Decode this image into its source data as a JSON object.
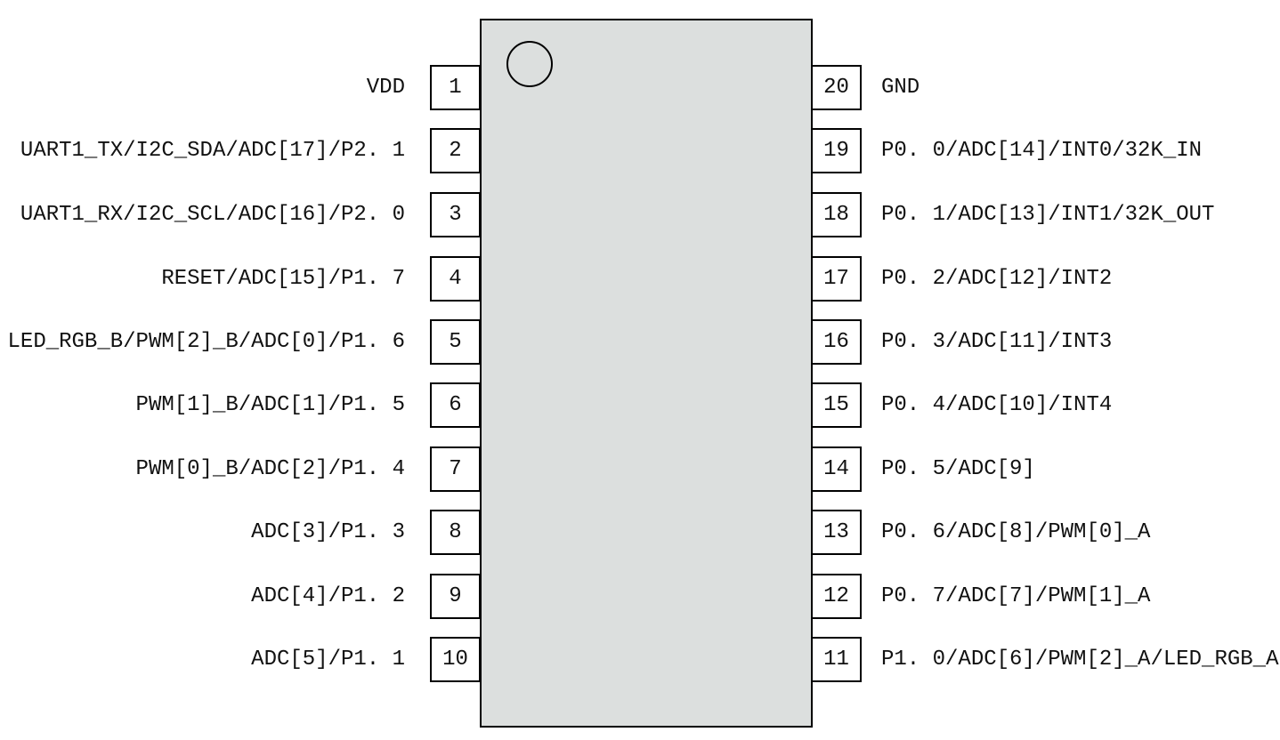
{
  "diagram": {
    "type": "ic-pinout",
    "pin_count": 20,
    "package_sides": 2
  },
  "colors": {
    "chip_fill": "#dcdfde",
    "outline": "#000000",
    "pin_box_fill": "#ffffff",
    "background": "#ffffff",
    "text": "#111111"
  },
  "pins": {
    "left": [
      {
        "number": "1",
        "label": "VDD"
      },
      {
        "number": "2",
        "label": "UART1_TX/I2C_SDA/ADC[17]/P2. 1"
      },
      {
        "number": "3",
        "label": "UART1_RX/I2C_SCL/ADC[16]/P2. 0"
      },
      {
        "number": "4",
        "label": "RESET/ADC[15]/P1. 7"
      },
      {
        "number": "5",
        "label": "LED_RGB_B/PWM[2]_B/ADC[0]/P1. 6"
      },
      {
        "number": "6",
        "label": "PWM[1]_B/ADC[1]/P1. 5"
      },
      {
        "number": "7",
        "label": "PWM[0]_B/ADC[2]/P1. 4"
      },
      {
        "number": "8",
        "label": "ADC[3]/P1. 3"
      },
      {
        "number": "9",
        "label": "ADC[4]/P1. 2"
      },
      {
        "number": "10",
        "label": "ADC[5]/P1. 1"
      }
    ],
    "right": [
      {
        "number": "20",
        "label": "GND"
      },
      {
        "number": "19",
        "label": "P0. 0/ADC[14]/INT0/32K_IN"
      },
      {
        "number": "18",
        "label": "P0. 1/ADC[13]/INT1/32K_OUT"
      },
      {
        "number": "17",
        "label": "P0. 2/ADC[12]/INT2"
      },
      {
        "number": "16",
        "label": "P0. 3/ADC[11]/INT3"
      },
      {
        "number": "15",
        "label": "P0. 4/ADC[10]/INT4"
      },
      {
        "number": "14",
        "label": "P0. 5/ADC[9]"
      },
      {
        "number": "13",
        "label": "P0. 6/ADC[8]/PWM[0]_A"
      },
      {
        "number": "12",
        "label": "P0. 7/ADC[7]/PWM[1]_A"
      },
      {
        "number": "11",
        "label": "P1. 0/ADC[6]/PWM[2]_A/LED_RGB_A"
      }
    ]
  }
}
